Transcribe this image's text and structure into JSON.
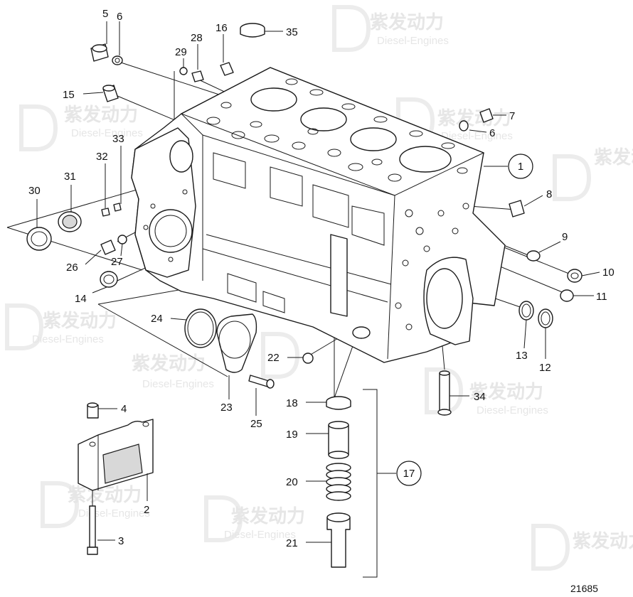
{
  "figure_number": "21685",
  "watermark": {
    "brand_cn": "紫发动力",
    "brand_en": "Diesel-Engines"
  },
  "callouts": {
    "c1": "1",
    "c2": "2",
    "c3": "3",
    "c4": "4",
    "c5": "5",
    "c6a": "6",
    "c6b": "6",
    "c7": "7",
    "c8": "8",
    "c9": "9",
    "c10": "10",
    "c11": "11",
    "c12": "12",
    "c13": "13",
    "c14": "14",
    "c15": "15",
    "c16": "16",
    "c17": "17",
    "c18": "18",
    "c19": "19",
    "c20": "20",
    "c21": "21",
    "c22": "22",
    "c23": "23",
    "c24": "24",
    "c25": "25",
    "c26": "26",
    "c27": "27",
    "c28": "28",
    "c29": "29",
    "c30": "30",
    "c31": "31",
    "c32": "32",
    "c33": "33",
    "c34": "34",
    "c35": "35"
  }
}
